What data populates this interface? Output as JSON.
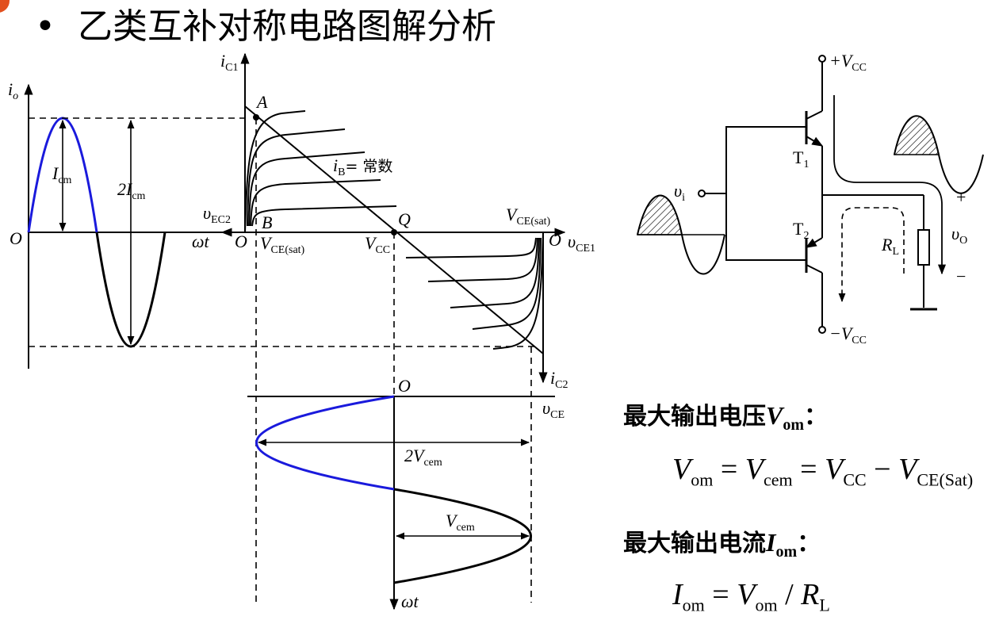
{
  "title": "乙类互补对称电路图解分析",
  "bullet": "•",
  "colors": {
    "accent_curve": "#1a1adc",
    "line": "#000000",
    "title_marker": "#e2501f"
  },
  "left_graph": {
    "io_axis": "i",
    "io_sub": "o",
    "origin": "O",
    "wt": "ωt",
    "Icm": "I",
    "Icm_sub": "cm",
    "twoIcm": "2I",
    "twoIcm_sub": "cm"
  },
  "char_graph": {
    "ic1": "i",
    "ic1_sub": "C1",
    "A": "A",
    "B": "B",
    "Q": "Q",
    "ib_label": "i",
    "ib_sub": "B",
    "ib_text": "= 常数",
    "vec2": "υ",
    "vec2_sub": "EC2",
    "O_left": "O",
    "O_right": "O",
    "vcesat_left": "V",
    "vcesat_left_sub": "CE(sat)",
    "vcc": "V",
    "vcc_sub": "CC",
    "vcesat_right": "V",
    "vcesat_right_sub": "CE(sat)",
    "vce1": "υ",
    "vce1_sub": "CE1",
    "ic2": "i",
    "ic2_sub": "C2"
  },
  "bottom_graph": {
    "O": "O",
    "vce": "υ",
    "vce_sub": "CE",
    "twoVcem": "2V",
    "twoVcem_sub": "cem",
    "Vcem": "V",
    "Vcem_sub": "cem",
    "wt": "ωt"
  },
  "circuit": {
    "vcc_pos": "+V",
    "vcc_pos_sub": "CC",
    "vcc_neg": "−V",
    "vcc_neg_sub": "CC",
    "T1": "T",
    "T1_sub": "1",
    "T2": "T",
    "T2_sub": "2",
    "vi": "υ",
    "vi_sub": "i",
    "RL": "R",
    "RL_sub": "L",
    "vo": "υ",
    "vo_sub": "O",
    "plus": "+",
    "minus": "−"
  },
  "results": {
    "voltage_heading": "最大输出电压",
    "voltage_sym": "V",
    "voltage_sub": "om",
    "colon": "：",
    "voltage_formula": {
      "a": "V",
      "a_sub": "om",
      "eq1": "=",
      "b": "V",
      "b_sub": "cem",
      "eq2": "=",
      "c": "V",
      "c_sub": "CC",
      "op": "−",
      "d": "V",
      "d_sub": "CE(Sat)"
    },
    "current_heading": "最大输出电流",
    "current_sym": "I",
    "current_sub": "om",
    "current_formula": {
      "a": "I",
      "a_sub": "om",
      "eq": "=",
      "b": "V",
      "b_sub": "om",
      "div": "/",
      "c": "R",
      "c_sub": "L"
    }
  }
}
